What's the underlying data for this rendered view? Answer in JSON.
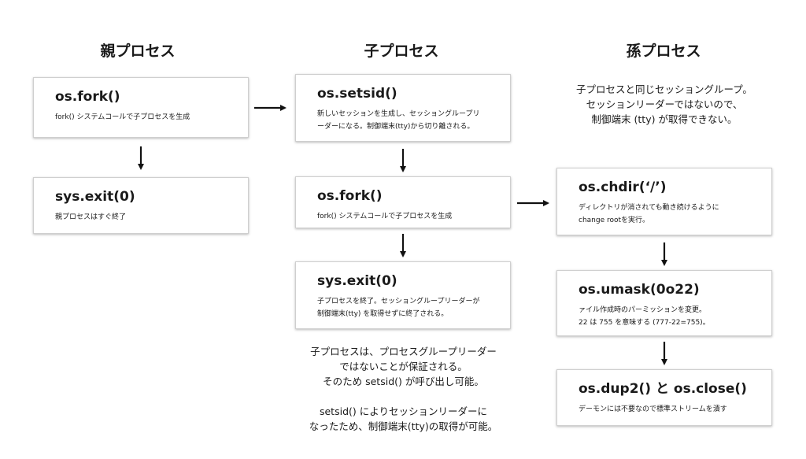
{
  "columns": {
    "parent": "親プロセス",
    "child": "子プロセス",
    "grandchild": "孫プロセス"
  },
  "boxes": {
    "parent_fork": {
      "title": "os.fork()",
      "desc": "fork() システムコールで子プロセスを生成"
    },
    "parent_exit": {
      "title": "sys.exit(0)",
      "desc": "親プロセスはすぐ終了"
    },
    "child_setsid": {
      "title": "os.setsid()",
      "desc": "新しいセッションを生成し、セッショングループリ\nーダーになる。制御端末(tty)から切り離される。"
    },
    "child_fork": {
      "title": "os.fork()",
      "desc": "fork() システムコールで子プロセスを生成"
    },
    "child_exit": {
      "title": "sys.exit(0)",
      "desc": "子プロセスを終了。セッショングループリーダーが\n制御端末(tty) を取得せずに終了される。"
    },
    "gc_chdir": {
      "title": "os.chdir(‘/’)",
      "desc": "ディレクトリが消されても動き続けるように\nchange rootを実行。"
    },
    "gc_umask": {
      "title": "os.umask(0o22)",
      "desc": "ァイル作成時のパーミッションを変更。\n22 は 755 を意味する (777-22=755)。"
    },
    "gc_dup2": {
      "title": "os.dup2() と os.close()",
      "desc": "デーモンには不要なので標準ストリームを潰す"
    }
  },
  "notes": {
    "grandchild": "子プロセスと同じセッショングループ。\nセッションリーダーではないので、\n制御端末 (tty) が取得できない。",
    "child": "子プロセスは、プロセスグループリーダー\nではないことが保証される。\nそのため setsid() が呼び出し可能。\n\nsetsid() によりセッションリーダーに\nなったため、制御端末(tty)の取得が可能。"
  },
  "colors": {
    "arrow": "#111111",
    "border": "#cfcfcf"
  }
}
